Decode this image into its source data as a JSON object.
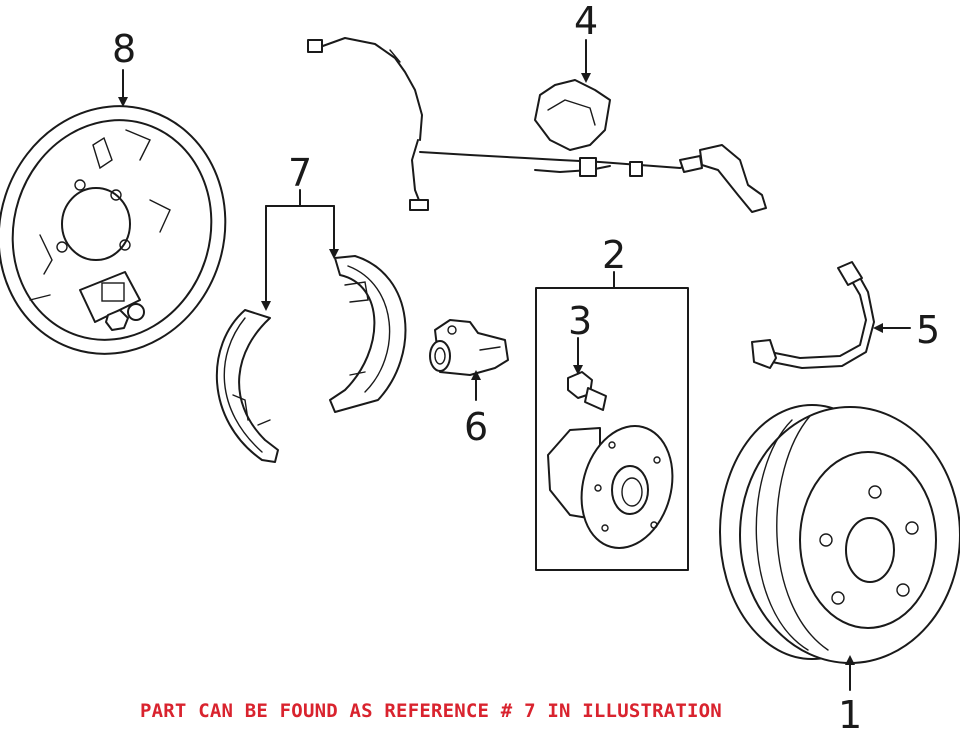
{
  "diagram": {
    "callouts": [
      {
        "id": "1",
        "label": "1"
      },
      {
        "id": "2",
        "label": "2"
      },
      {
        "id": "3",
        "label": "3"
      },
      {
        "id": "4",
        "label": "4"
      },
      {
        "id": "5",
        "label": "5"
      },
      {
        "id": "6",
        "label": "6"
      },
      {
        "id": "7",
        "label": "7"
      },
      {
        "id": "8",
        "label": "8"
      }
    ],
    "footer_note": "PART CAN BE FOUND AS REFERENCE # 7 IN ILLUSTRATION",
    "colors": {
      "line": "#1a1a1a",
      "note": "#d9232e",
      "background": "#ffffff"
    }
  }
}
